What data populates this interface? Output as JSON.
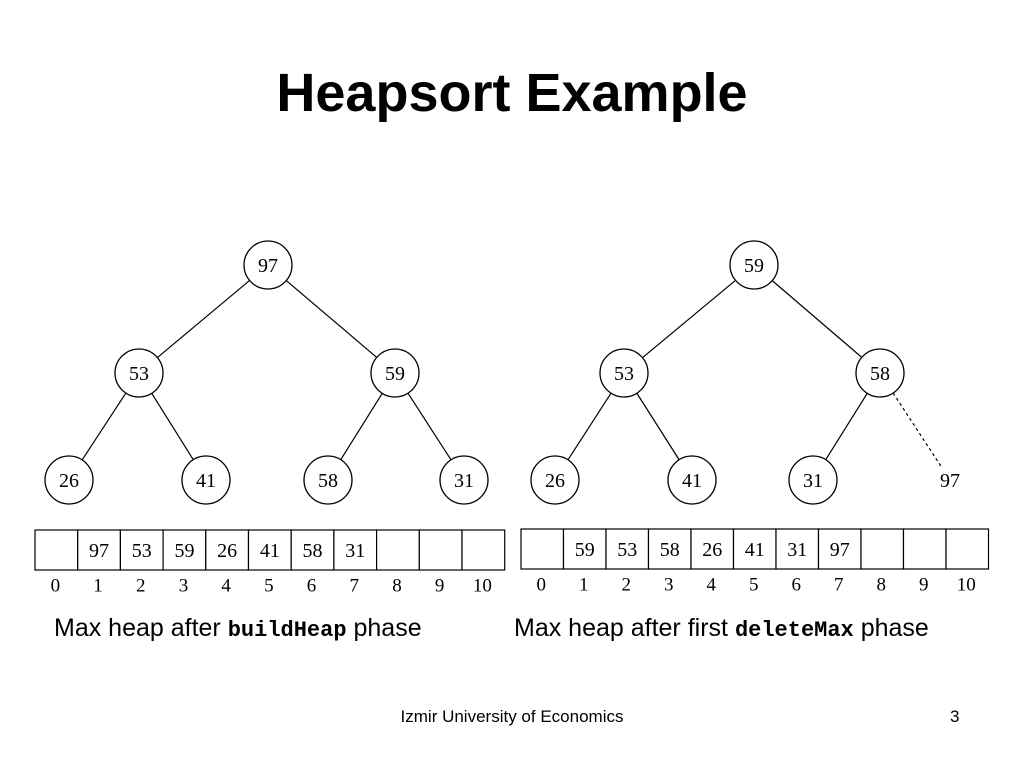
{
  "slide": {
    "title": "Heapsort Example",
    "footer": "Izmir University of Economics",
    "page_number": "3"
  },
  "left": {
    "caption_prefix": "Max heap after ",
    "caption_code": "buildHeap",
    "caption_suffix": " phase",
    "tree": [
      "97",
      "53",
      "59",
      "26",
      "41",
      "58",
      "31"
    ],
    "array": [
      "",
      "97",
      "53",
      "59",
      "26",
      "41",
      "58",
      "31",
      "",
      "",
      ""
    ],
    "indices": [
      "0",
      "1",
      "2",
      "3",
      "4",
      "5",
      "6",
      "7",
      "8",
      "9",
      "10"
    ]
  },
  "right": {
    "caption_prefix": "Max heap after first ",
    "caption_code": "deleteMax",
    "caption_suffix": " phase",
    "tree": [
      "59",
      "53",
      "58",
      "26",
      "41",
      "31"
    ],
    "removed": "97",
    "array": [
      "",
      "59",
      "53",
      "58",
      "26",
      "41",
      "31",
      "97",
      "",
      "",
      ""
    ],
    "indices": [
      "0",
      "1",
      "2",
      "3",
      "4",
      "5",
      "6",
      "7",
      "8",
      "9",
      "10"
    ]
  }
}
